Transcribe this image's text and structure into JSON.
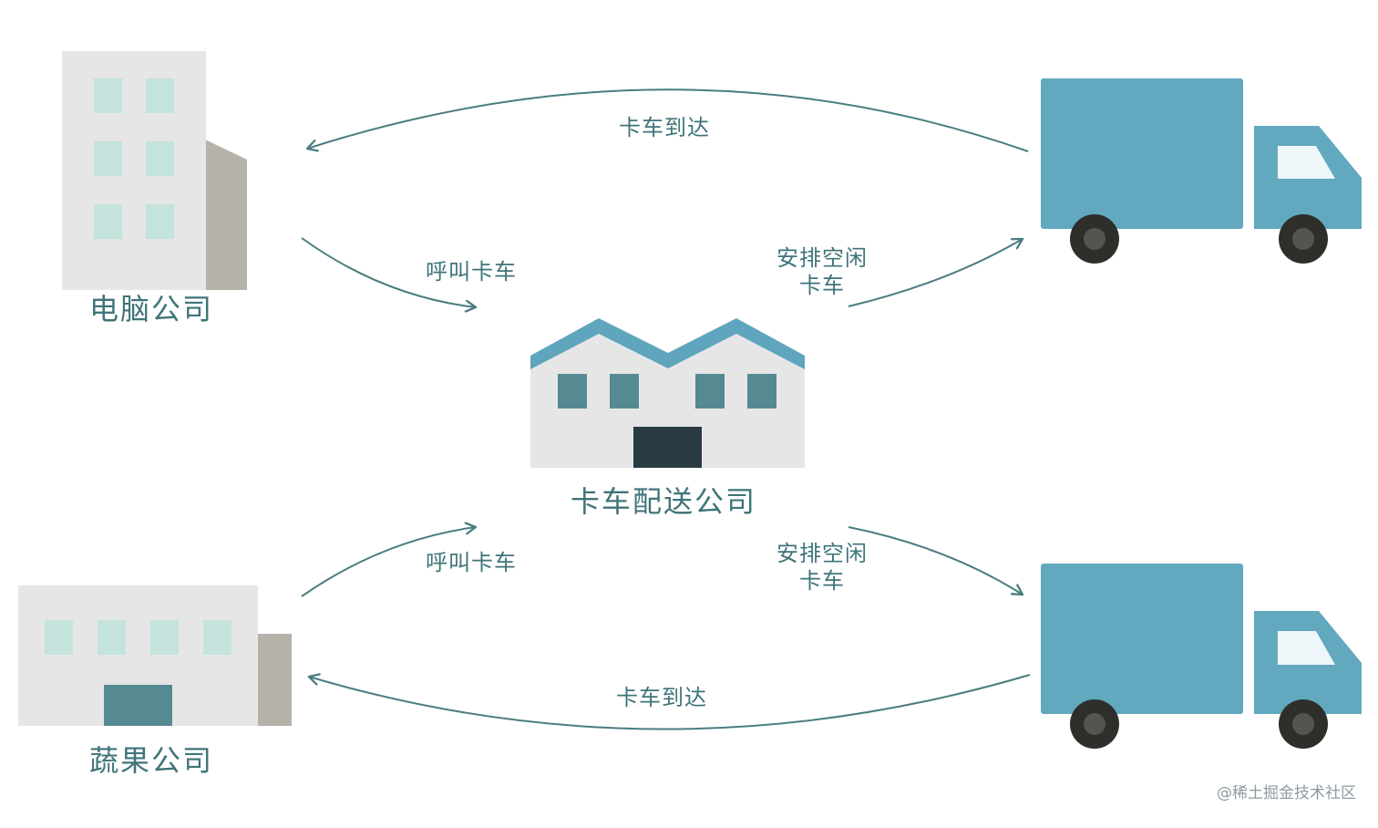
{
  "nodes": {
    "computer_company": "电脑公司",
    "fruit_company": "蔬果公司",
    "truck_company": "卡车配送公司"
  },
  "arrows": {
    "top_arrive": "卡车到达",
    "top_call": "呼叫卡车",
    "top_assign_line1": "安排空闲",
    "top_assign_line2": "卡车",
    "bottom_call": "呼叫卡车",
    "bottom_assign_line1": "安排空闲",
    "bottom_assign_line2": "卡车",
    "bottom_arrive": "卡车到达"
  },
  "watermark": "@稀土掘金技术社区",
  "colors": {
    "label_text": "#3f7479",
    "arrow_stroke": "#4a7d80",
    "truck_body": "#62a8bf",
    "building_wall": "#e6e6e6",
    "building_side": "#b5b2aa",
    "building_window": "#c3e3dc",
    "warehouse_roof": "#5fa5be",
    "warehouse_window": "#558a92",
    "warehouse_door": "#2a3b44",
    "wheel": "#2e2e2b"
  }
}
